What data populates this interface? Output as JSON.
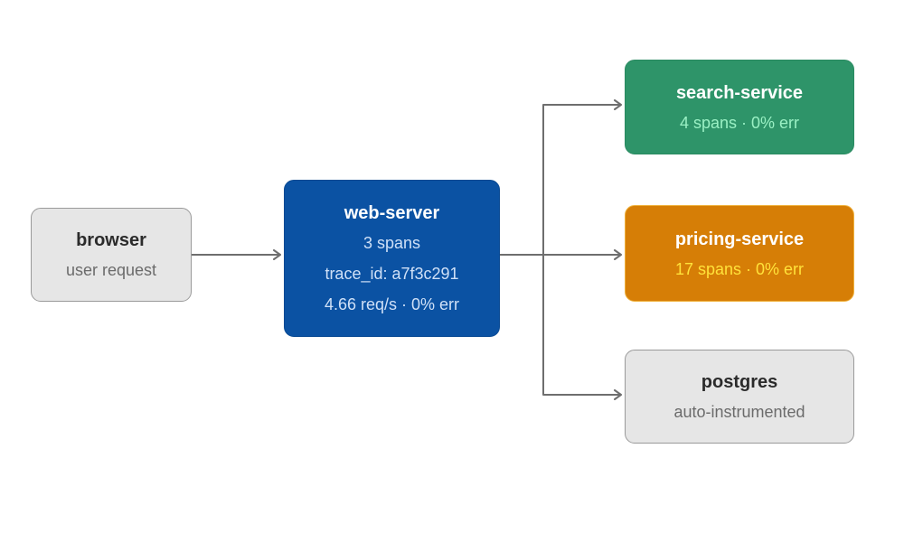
{
  "nodes": {
    "browser": {
      "title": "browser",
      "subtitle": "user request"
    },
    "web_server": {
      "title": "web-server",
      "spans": "3 spans",
      "trace": "trace_id: a7f3c291",
      "rate": "4.66 req/s · 0% err"
    },
    "search_service": {
      "title": "search-service",
      "stats": "4 spans · 0% err"
    },
    "pricing_service": {
      "title": "pricing-service",
      "stats": "17 spans · 0% err"
    },
    "postgres": {
      "title": "postgres",
      "subtitle": "auto-instrumented"
    }
  },
  "colors": {
    "edge": "#6e6e6e",
    "web_server": "#0b52a3",
    "search_service": "#2e9469",
    "pricing_service": "#d67e06",
    "gray_node": "#e6e6e6"
  }
}
